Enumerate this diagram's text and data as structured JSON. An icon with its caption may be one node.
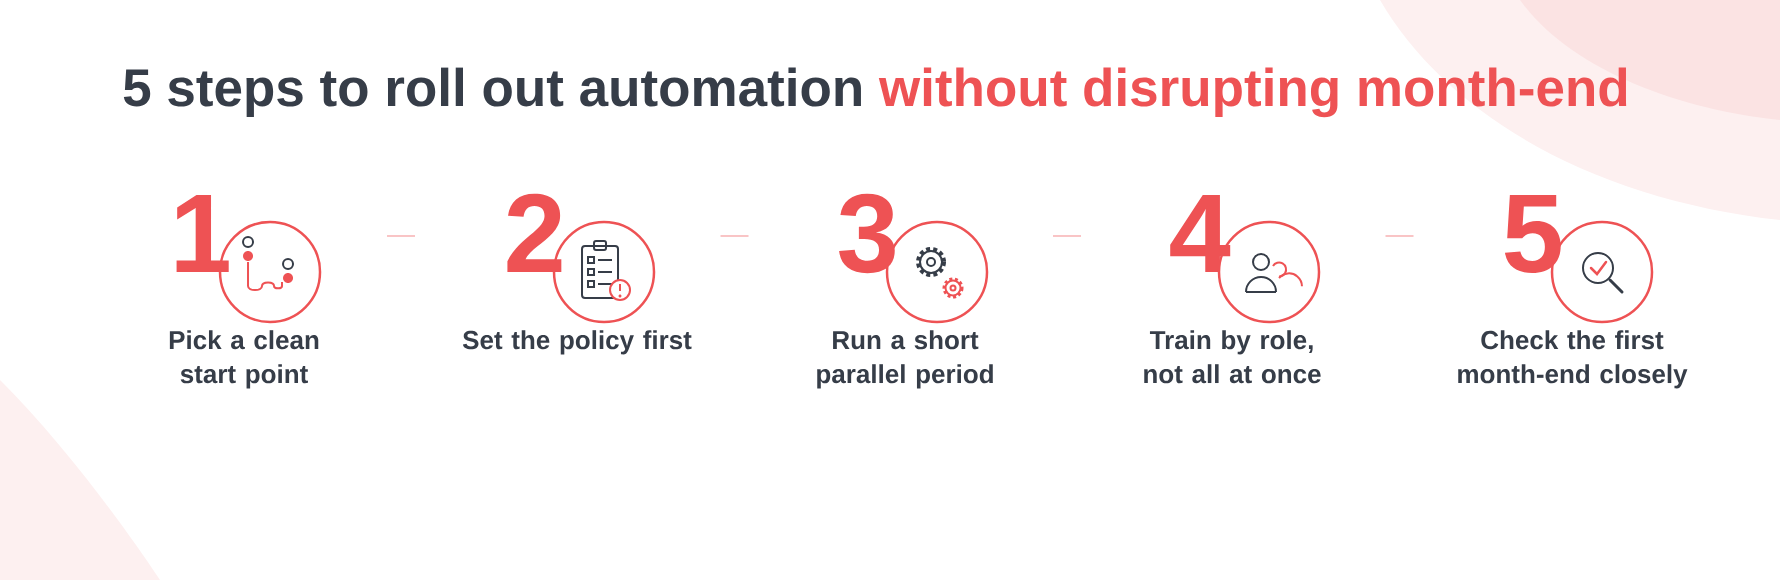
{
  "diagram": {
    "title": "5 steps to roll out automation",
    "nodes": [
      {
        "text": [
          "1",
          "Pick a clean start point"
        ]
      },
      {
        "text": [
          "2",
          "Set the policy first"
        ]
      },
      {
        "text": [
          "3",
          "Run a short parallel period"
        ]
      },
      {
        "text": [
          "4",
          "Train by role, not all at once"
        ]
      },
      {
        "text": [
          "5",
          "Check the first month-end closely"
        ]
      }
    ],
    "labels": [
      "without disrupting month-end"
    ]
  }
}
